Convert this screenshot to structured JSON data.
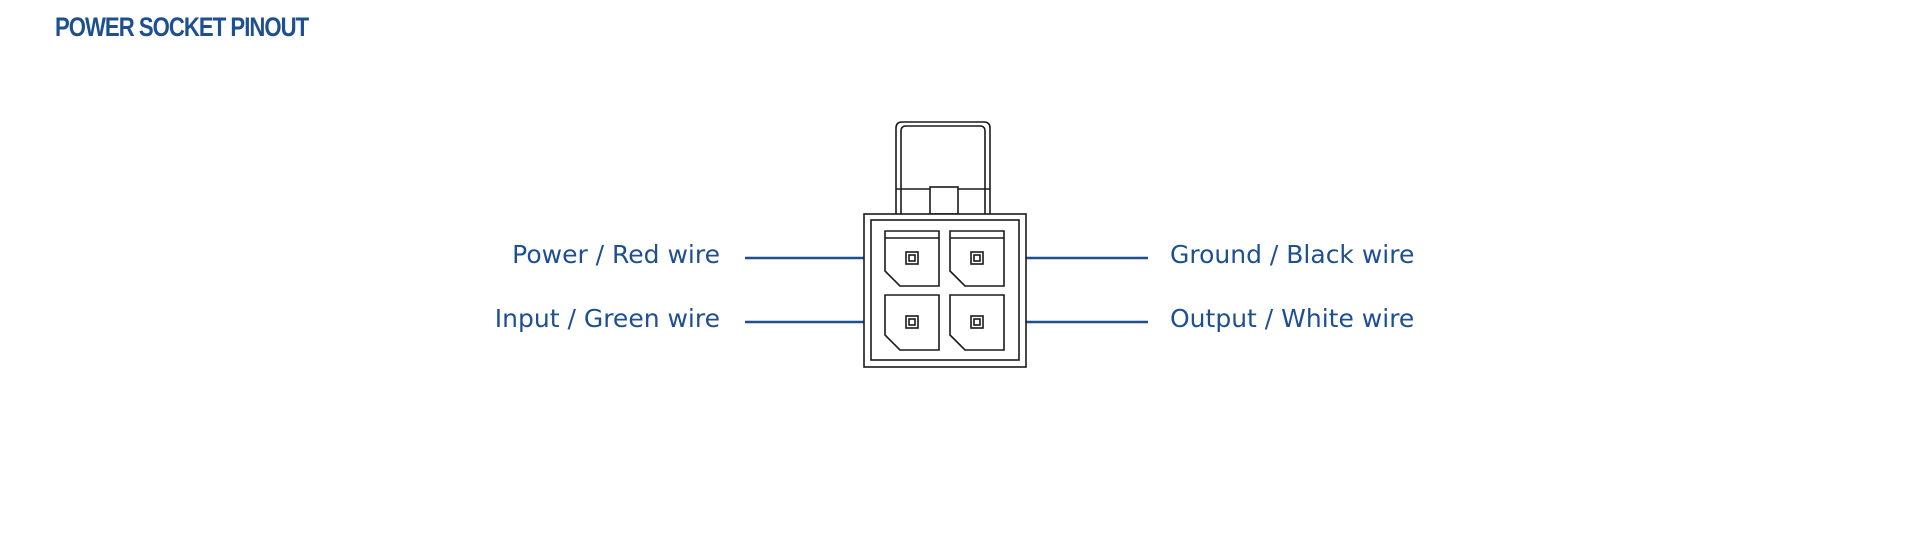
{
  "title": "POWER SOCKET PINOUT",
  "colors": {
    "accent": "#1d4f91",
    "outline": "#1a1a1a"
  },
  "pins": {
    "top_left": "Power / Red wire",
    "top_right": "Ground / Black wire",
    "bottom_left": "Input / Green wire",
    "bottom_right": "Output / White wire"
  }
}
